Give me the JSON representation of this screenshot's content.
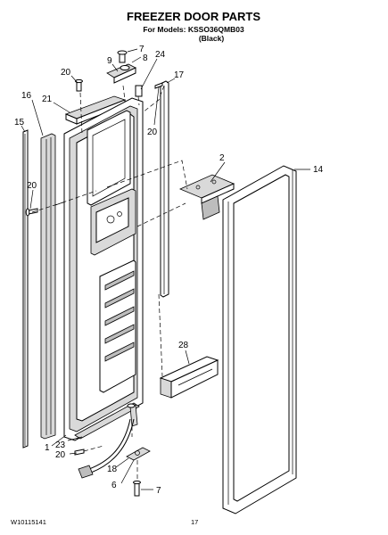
{
  "header": {
    "title": "FREEZER DOOR PARTS",
    "models": "For Models: KSSO36QMB03",
    "color": "(Black)"
  },
  "callouts": {
    "c7a": "7",
    "c8": "8",
    "c9": "9",
    "c24": "24",
    "c20a": "20",
    "c21": "21",
    "c16": "16",
    "c17": "17",
    "c15": "15",
    "c20b": "20",
    "c20c": "20",
    "c2": "2",
    "c14": "14",
    "c28": "28",
    "c1": "1",
    "c23": "23",
    "c20d": "20",
    "c18": "18",
    "c6": "6",
    "c7b": "7"
  },
  "footer": {
    "code": "W10115141",
    "page": "17"
  }
}
